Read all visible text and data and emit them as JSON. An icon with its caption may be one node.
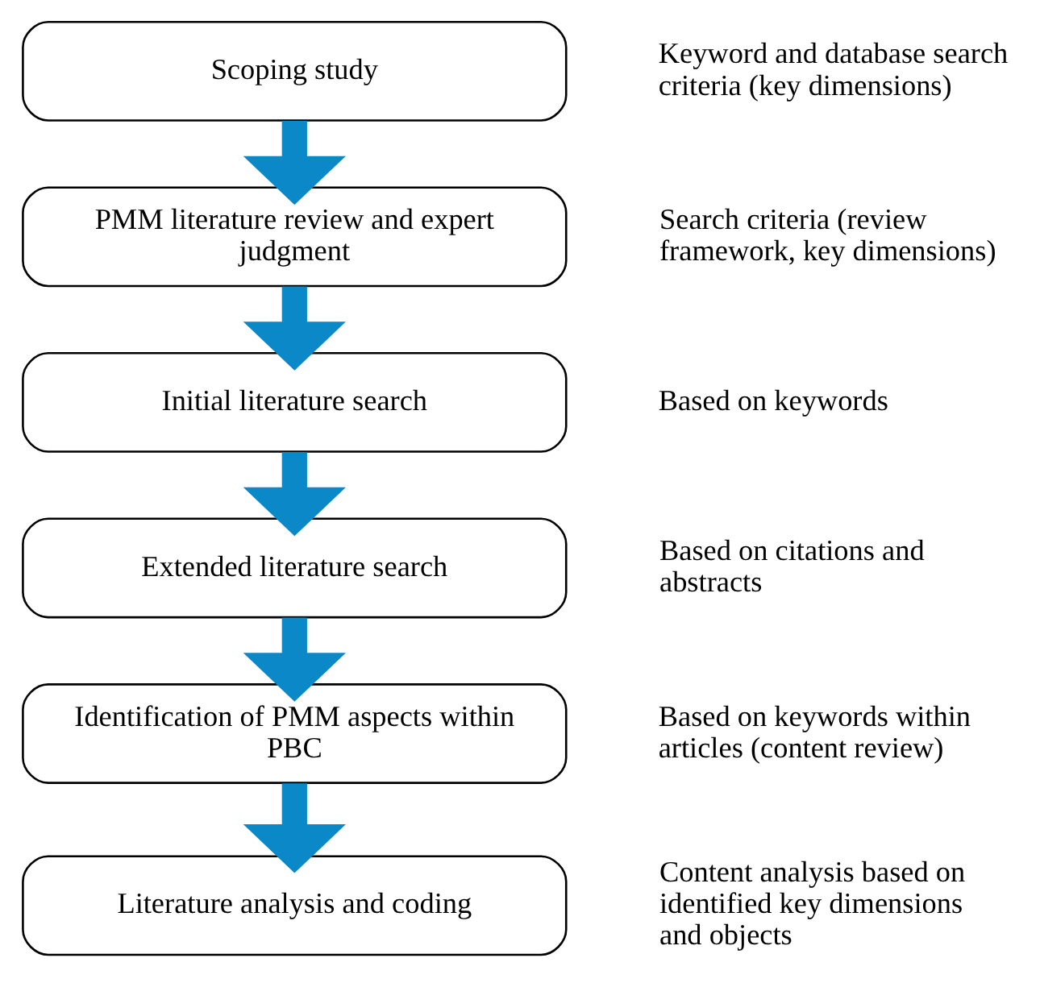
{
  "diagram": {
    "nodes": [
      {
        "text": [
          "Scoping study"
        ],
        "beside": [
          "Keyword and database search criteria (key dimensions)"
        ]
      },
      {
        "text": [
          "PMM literature review and expert judgment"
        ],
        "beside": [
          "Search criteria (review framework, key dimensions)"
        ]
      },
      {
        "text": [
          "Initial literature search"
        ],
        "beside": [
          "Based on keywords"
        ]
      },
      {
        "text": [
          "Extended literature search"
        ],
        "beside": [
          "Based on citations and abstracts"
        ]
      },
      {
        "text": [
          "Identification of PMM aspects within PBC"
        ],
        "beside": [
          "Based on keywords within articles (content review)"
        ]
      },
      {
        "text": [
          "Literature analysis and coding"
        ],
        "beside": [
          "Content analysis based on identified key dimensions and objects"
        ]
      }
    ],
    "edges": [
      {
        "from": 0,
        "to": 1,
        "arrow": "to"
      },
      {
        "from": 1,
        "to": 2,
        "arrow": "to"
      },
      {
        "from": 2,
        "to": 3,
        "arrow": "to"
      },
      {
        "from": 3,
        "to": 4,
        "arrow": "to"
      },
      {
        "from": 4,
        "to": 5,
        "arrow": "to"
      }
    ]
  }
}
